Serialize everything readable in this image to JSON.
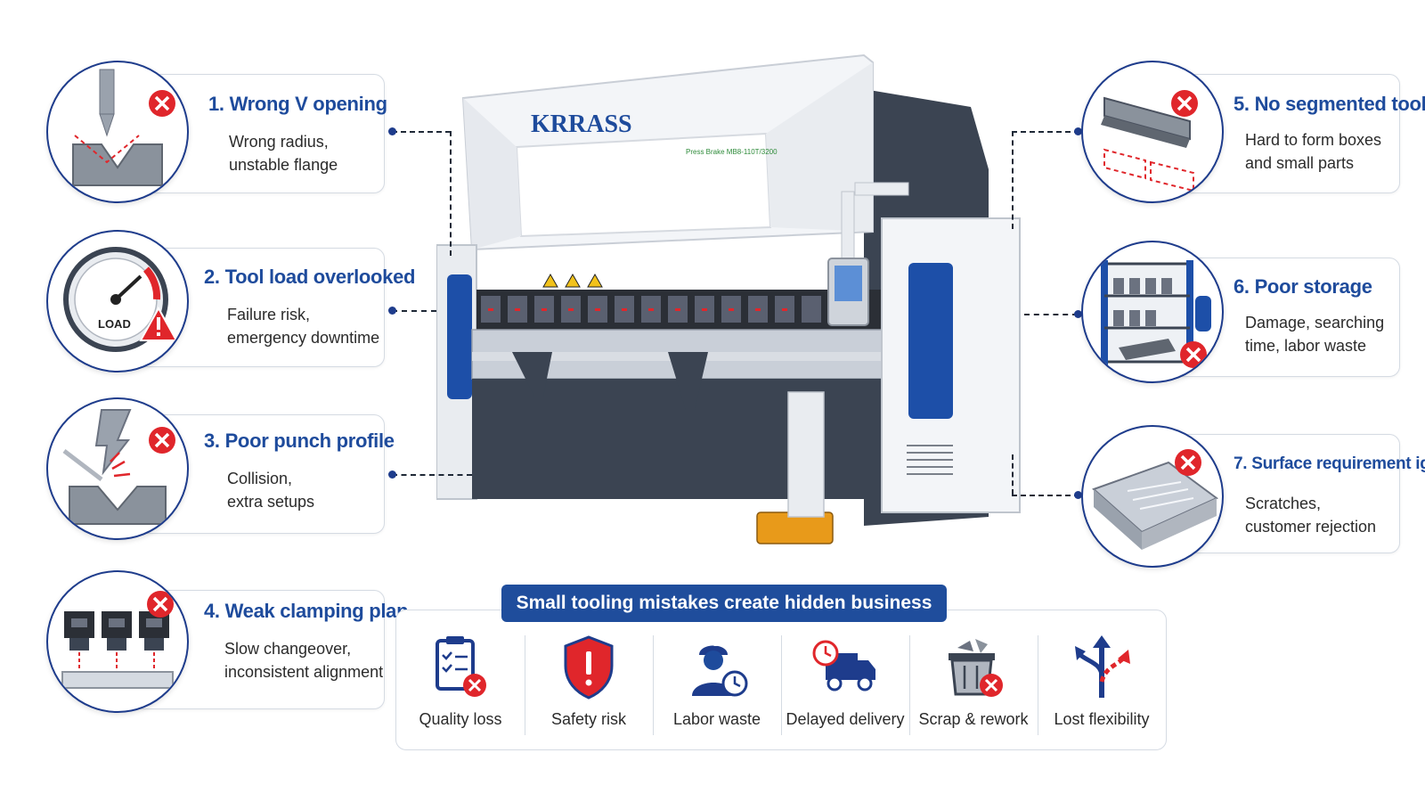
{
  "machine": {
    "brand": "KRRASS",
    "model_plate": "Press Brake MB8-110T/3200"
  },
  "issues": [
    {
      "number": "1.",
      "title": "Wrong V opening",
      "desc": [
        "Wrong radius,",
        "unstable flange"
      ],
      "icon": "v-die-icon"
    },
    {
      "number": "2.",
      "title": "Tool load overlooked",
      "desc": [
        "Failure risk,",
        "emergency downtime"
      ],
      "icon": "load-gauge-icon",
      "gauge_label": "LOAD"
    },
    {
      "number": "3.",
      "title": "Poor punch profile",
      "desc": [
        "Collision,",
        "extra setups"
      ],
      "icon": "punch-collision-icon"
    },
    {
      "number": "4.",
      "title": "Weak clamping plan",
      "desc": [
        "Slow changeover,",
        "inconsistent alignment"
      ],
      "icon": "clamp-icon"
    },
    {
      "number": "5.",
      "title": "No segmented tooling",
      "desc": [
        "Hard to form boxes",
        "and small parts"
      ],
      "icon": "segmented-tool-icon"
    },
    {
      "number": "6.",
      "title": "Poor storage",
      "desc": [
        "Damage, searching",
        "time, labor waste"
      ],
      "icon": "tool-rack-icon"
    },
    {
      "number": "7.",
      "title": "Surface requirement ignored",
      "desc": [
        "Scratches,",
        "customer rejection"
      ],
      "icon": "scratched-sheet-icon"
    }
  ],
  "costs": {
    "banner": "Small tooling mistakes create hidden business costs",
    "items": [
      {
        "label": "Quality loss",
        "icon": "clipboard-x-icon"
      },
      {
        "label": "Safety risk",
        "icon": "shield-alert-icon"
      },
      {
        "label": "Labor waste",
        "icon": "worker-clock-icon"
      },
      {
        "label": "Delayed delivery",
        "icon": "truck-clock-icon"
      },
      {
        "label": "Scrap & rework",
        "icon": "scrap-bin-icon"
      },
      {
        "label": "Lost flexibility",
        "icon": "branch-arrows-icon"
      }
    ]
  },
  "colors": {
    "navy": "#1e3c8c",
    "title_blue": "#1e4b9c",
    "error_red": "#e0262b",
    "banner": "#1f4d9c"
  }
}
